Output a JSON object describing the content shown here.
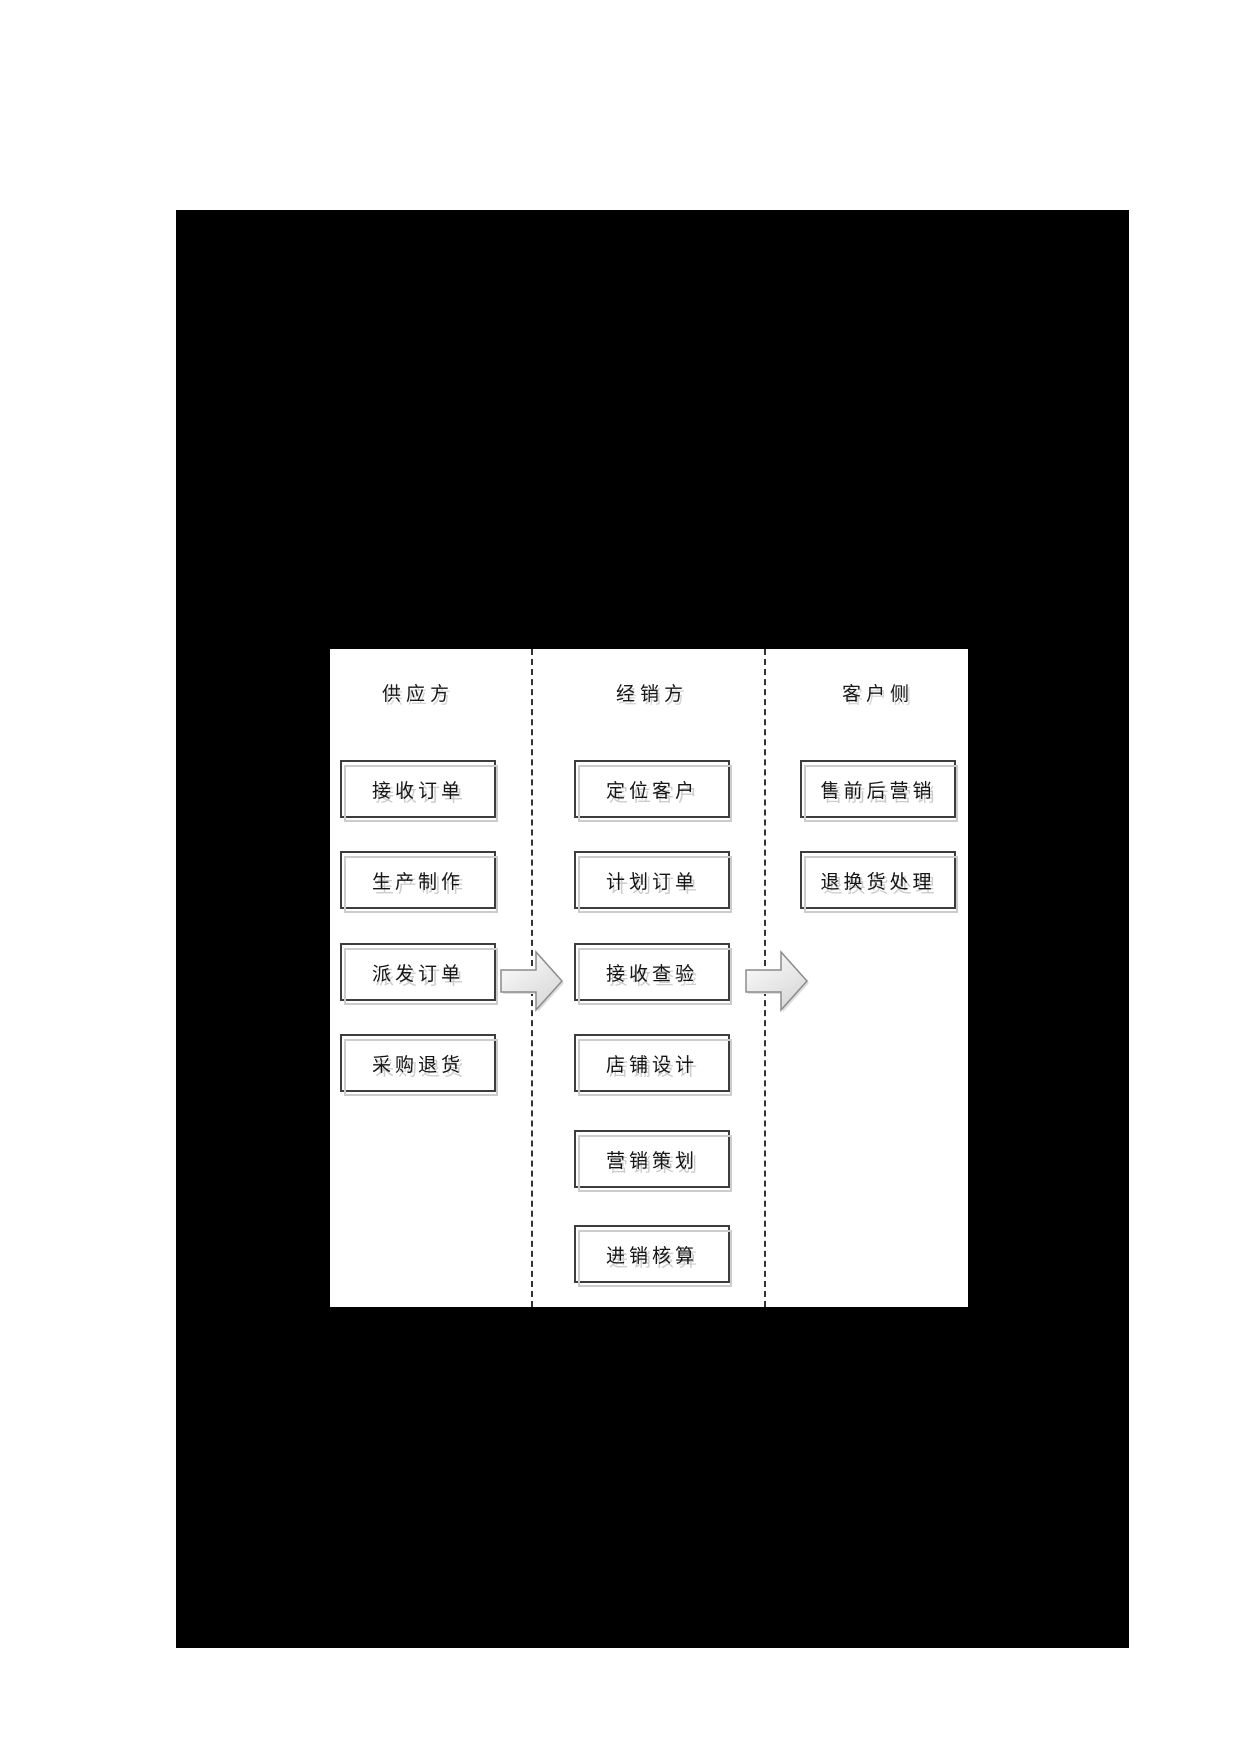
{
  "figure": {
    "columns": [
      {
        "header": "供应方",
        "boxes": [
          "接收订单",
          "生产制作",
          "派发订单",
          "采购退货"
        ]
      },
      {
        "header": "经销方",
        "boxes": [
          "定位客户",
          "计划订单",
          "接收查验",
          "店铺设计",
          "营销策划",
          "进销核算"
        ]
      },
      {
        "header": "客户侧",
        "boxes": [
          "售前后营销",
          "退换货处理"
        ]
      }
    ],
    "arrows": [
      {
        "name": "supplier-to-distributor",
        "direction": "right"
      },
      {
        "name": "distributor-to-customer",
        "direction": "right"
      }
    ],
    "colors": {
      "page_background": "#ffffff",
      "figure_background": "#000000",
      "panel_background": "#ffffff",
      "box_border": "#3d3d3d",
      "ghost_shadow": "#cccccc",
      "text": "#161616",
      "divider": "#333333",
      "arrow_stroke": "#8c8c8c",
      "arrow_fill_light": "#ffffff",
      "arrow_fill_dark": "#d8d8d8"
    }
  }
}
